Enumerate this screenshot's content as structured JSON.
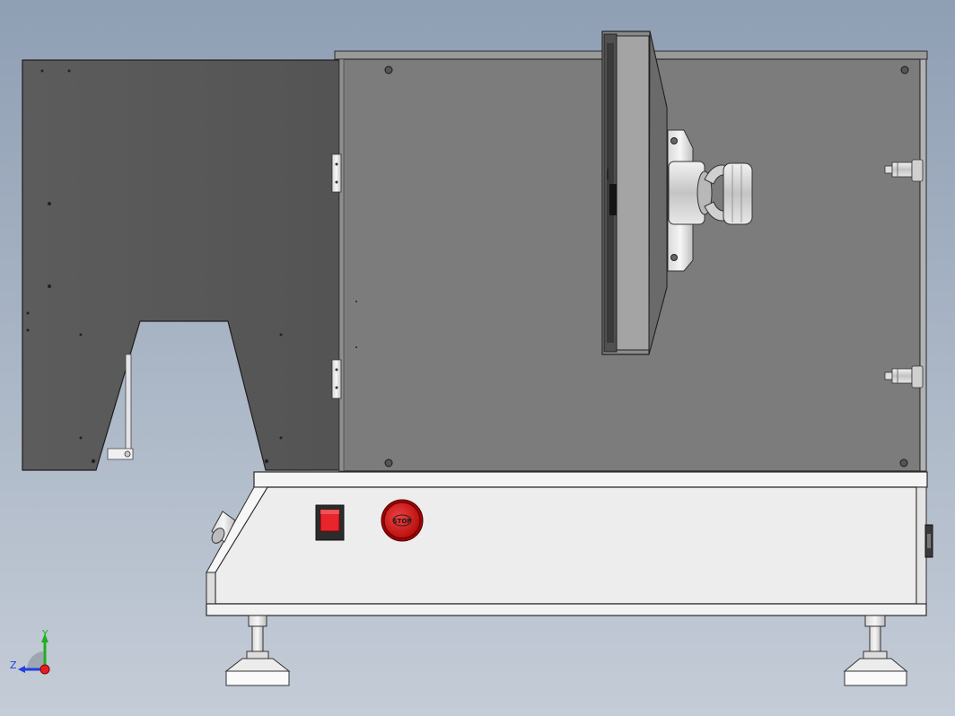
{
  "viewport": {
    "background_top": "#8f9fb4",
    "background_bottom": "#c4ccd7"
  },
  "model": {
    "panel_color": "#7b7b7b",
    "base_color": "#ececec",
    "edge_color": "#2a2a2a"
  },
  "controls": {
    "power_switch": {
      "color": "#e8242c"
    },
    "stop_button": {
      "label": "STOP",
      "color": "#d81c1c"
    }
  },
  "triad": {
    "y_label": "Y",
    "z_label": "Z",
    "x_color": "#e02020",
    "y_color": "#20b020",
    "z_color": "#2040e0"
  }
}
